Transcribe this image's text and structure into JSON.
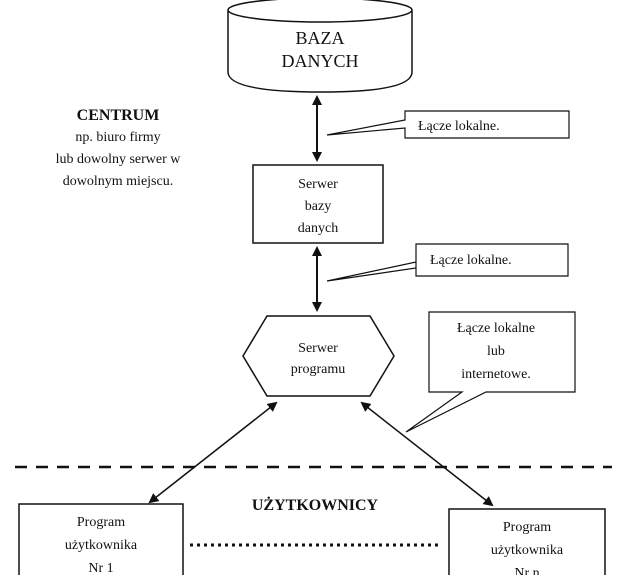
{
  "database": {
    "line1": "BAZA",
    "line2": "DANYCH"
  },
  "center": {
    "title": "CENTRUM",
    "line1": "np. biuro firmy",
    "line2": "lub dowolny serwer w",
    "line3": "dowolnym miejscu."
  },
  "callouts": [
    {
      "text": "Łącze lokalne."
    },
    {
      "text": "Łącze lokalne."
    },
    {
      "line1": "Łącze lokalne",
      "line2": "lub",
      "line3": "internetowe."
    }
  ],
  "db_server": {
    "line1": "Serwer",
    "line2": "bazy",
    "line3": "danych"
  },
  "app_server": {
    "line1": "Serwer",
    "line2": "programu"
  },
  "users_label": "UŻYTKOWNICY",
  "user_left": {
    "line1": "Program",
    "line2": "użytkownika",
    "line3": "Nr 1"
  },
  "user_right": {
    "line1": "Program",
    "line2": "użytkownika",
    "line3": "Nr n"
  }
}
